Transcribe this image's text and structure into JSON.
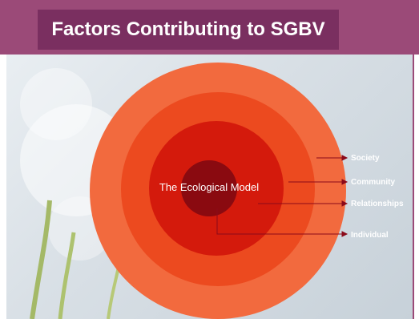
{
  "slide": {
    "title": "Factors Contributing to SGBV"
  },
  "diagram": {
    "center_label": "The Ecological Model",
    "levels": [
      {
        "name": "Society",
        "color": "#f26a3e"
      },
      {
        "name": "Community",
        "color": "#ec4a1f"
      },
      {
        "name": "Relationships",
        "color": "#d41a0c"
      },
      {
        "name": "Individual",
        "color": "#8a0a10"
      }
    ],
    "arrow_color": "#8b0a1a",
    "header_color": "#9b4a78",
    "title_box_color": "#7a2f60"
  }
}
